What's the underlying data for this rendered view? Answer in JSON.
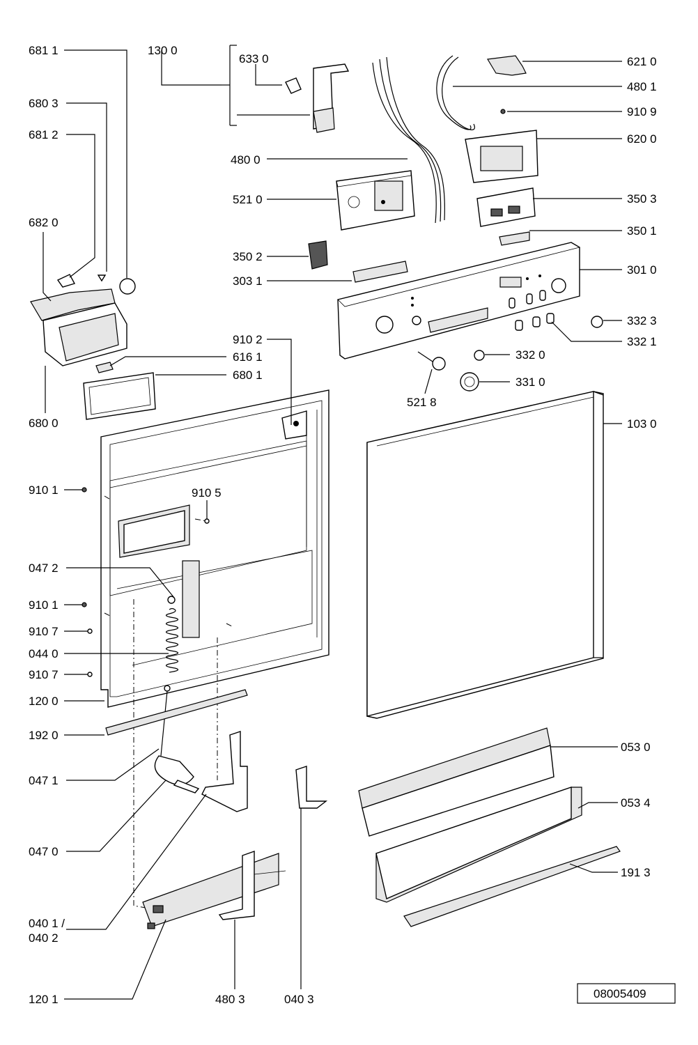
{
  "labels": {
    "l6811": "681 1",
    "l1300": "130 0",
    "l6330": "633 0",
    "l6210": "621 0",
    "l4801": "480 1",
    "l9109": "910 9",
    "l6803": "680 3",
    "l6812": "681 2",
    "l6200": "620 0",
    "l4800": "480 0",
    "l5210": "521 0",
    "l3503": "350 3",
    "l6820": "682 0",
    "l3501": "350 1",
    "l3502": "350 2",
    "l3031": "303 1",
    "l3010": "301 0",
    "l3323": "332 3",
    "l9102": "910 2",
    "l3321": "332 1",
    "l6161": "616 1",
    "l3320": "332 0",
    "l6801": "680 1",
    "l3310": "331 0",
    "l5218": "521 8",
    "l6800": "680 0",
    "l1030": "103 0",
    "l9101a": "910 1",
    "l9105": "910 5",
    "l0472": "047 2",
    "l9101b": "910 1",
    "l9107a": "910 7",
    "l0440": "044 0",
    "l9107b": "910 7",
    "l1200": "120 0",
    "l1920": "192 0",
    "l0530": "053 0",
    "l0471": "047 1",
    "l0534": "053 4",
    "l0470": "047 0",
    "l1913": "191 3",
    "l0401a": "040 1 /",
    "l0401b": "040 2",
    "l1201": "120 1",
    "l4803": "480 3",
    "l0403": "040 3"
  },
  "reference_number": "08005409"
}
